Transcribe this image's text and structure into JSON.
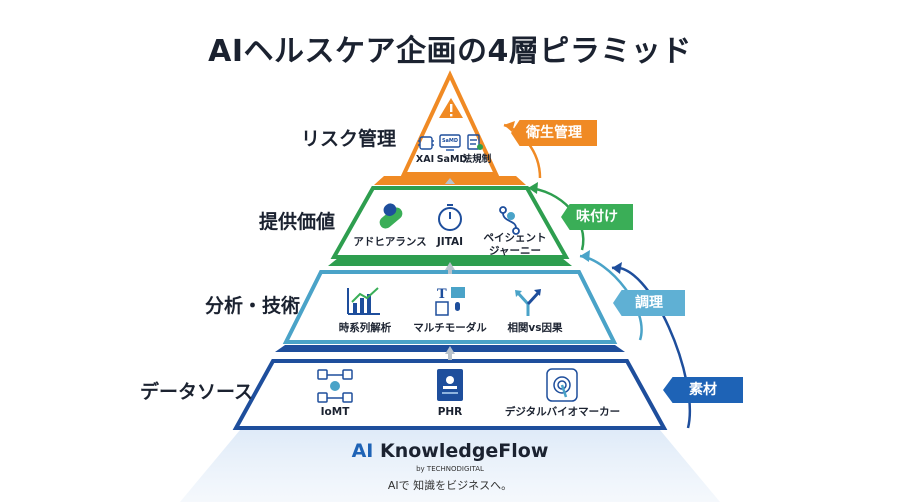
{
  "title": "AIヘルスケア企画の4層ピラミッド",
  "layers": [
    {
      "label": "リスク管理",
      "tag": "衛生管理",
      "items": [
        "XAI",
        "SaMD",
        "法規制"
      ],
      "icon_sublabel": "SaMD"
    },
    {
      "label": "提供価値",
      "tag": "味付け",
      "items": [
        "アドヒアランス",
        "JITAI",
        "ペイシェント\nジャーニー"
      ]
    },
    {
      "label": "分析・技術",
      "tag": "調理",
      "items": [
        "時系列解析",
        "マルチモーダル",
        "相関vs因果"
      ]
    },
    {
      "label": "データソース",
      "tag": "素材",
      "items": [
        "IoMT",
        "PHR",
        "デジタルバイオマーカー"
      ]
    }
  ],
  "icons": {
    "top": "warning-icon",
    "risk": [
      "ai-chip-icon",
      "device-icon",
      "legal-document-icon"
    ],
    "value": [
      "pill-icon",
      "stopwatch-icon",
      "journey-path-icon"
    ],
    "tech": [
      "bar-chart-icon",
      "multimodal-icon",
      "branch-arrows-icon"
    ],
    "data": [
      "iot-network-icon",
      "health-record-icon",
      "fingerprint-touch-icon"
    ]
  },
  "colors": {
    "risk": "#f08a24",
    "value": "#2e9e4f",
    "tech": "#4aa3c8",
    "data": "#1e4e9c",
    "tag_risk": "#f08a24",
    "tag_value": "#3aae57",
    "tag_tech": "#5fb0d4",
    "tag_data": "#1e63b6"
  },
  "brand": {
    "name_prefix": "AI",
    "name": "KnowledgeFlow",
    "by": "by TECHNODIGITAL",
    "tagline": "AIで 知識をビジネスへ。"
  }
}
